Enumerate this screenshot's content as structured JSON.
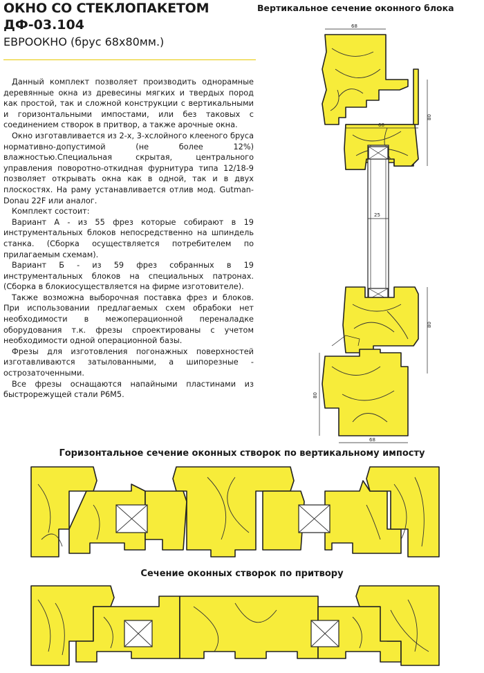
{
  "header": {
    "title_line1": "ОКНО СО СТЕКЛОПАКЕТОМ",
    "title_line2": "ДФ-03.104",
    "subtitle": "ЕВРООКНО  (брус 68х80мм.)"
  },
  "vertical_section_title": "Вертикальное сечение оконного блока",
  "paragraphs": [
    "Данный комплект позволяет производить одно­рамные деревянные окна из древесины мягких и твердых пород как простой, так и сложной конструкции с вертикальными и горизонтальными импостами, или без таковых с соединением створок в притвор, а также арочные окна.",
    "Окно изготавливается из 2-х, 3-хслойного клееного бруса нормативно-допустимой (не более 12%) влажностью.Специальная скрытая, центрального управления поворотно-откидная фурнитура типа 12/18-9 позволяет открывать окна как в одной, так и в двух плоскостях. На раму устанавливается отлив мод. Gutman-Donau 22F или аналог.",
    "Комплект состоит:",
    "Вариант А - из 55 фрез которые собирают в 19 инструментальных блоков непосредственно на шпиндель станка. (Сборка осуществляется потребителем по прилагаемым схемам).",
    "Вариант Б - из 59 фрез собранных в 19 инструментальных блоков на специальных патронах. (Сборка в блокиосуществляется на фирме изготовителе).",
    "Также возможна выборочная поставка фрез и блоков. При использовании предлагаемых схем обрабоки нет необходимости в межоперационной переналадке оборудования т.к. фрезы спроектированы с учетом необходимости одной операционной базы.",
    "Фрезы для изготовления погонажных поверхностей изготавливаются затылованными, а шипорезные - острозаточенными.",
    "Все фрезы оснащаются напайными пластинами из быстрорежущей стали Р6М5."
  ],
  "dimensions": {
    "top_width": "68",
    "top_height": "80",
    "sash_width": "68",
    "glass": "25",
    "lower_height": "80",
    "frame_height": "80",
    "frame_width": "68"
  },
  "horizontal_section_title": "Горизонтальное сечение оконных створок по вертикальному импосту",
  "rebate_section_title": "Сечение оконных створок по притвору",
  "colors": {
    "wood": "#f7ec3a",
    "outline": "#222222",
    "accent_rule": "#e8c800"
  }
}
